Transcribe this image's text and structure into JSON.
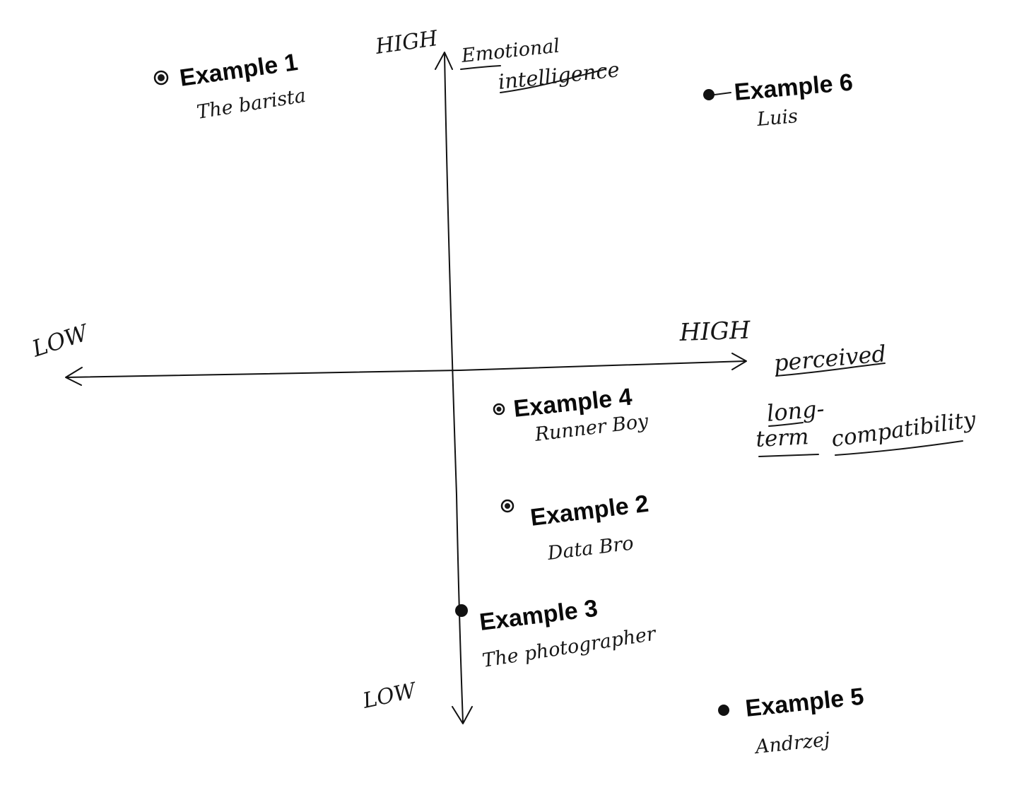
{
  "y_axis": {
    "high_label": "HIGH",
    "low_label": "LOW",
    "title_line1": "Emotional",
    "title_line2": "intelligence"
  },
  "x_axis": {
    "high_label": "HIGH",
    "low_label": "LOW",
    "title_line1": "perceived",
    "title_line2": "long-",
    "title_line3": "term",
    "title_line4": "compatibility"
  },
  "examples": [
    {
      "label": "Example 1",
      "name": "The barista"
    },
    {
      "label": "Example 6",
      "name": "Luis"
    },
    {
      "label": "Example 4",
      "name": "Runner Boy"
    },
    {
      "label": "Example 2",
      "name": "Data Bro"
    },
    {
      "label": "Example 3",
      "name": "The photographer"
    },
    {
      "label": "Example 5",
      "name": "Andrzej"
    }
  ]
}
